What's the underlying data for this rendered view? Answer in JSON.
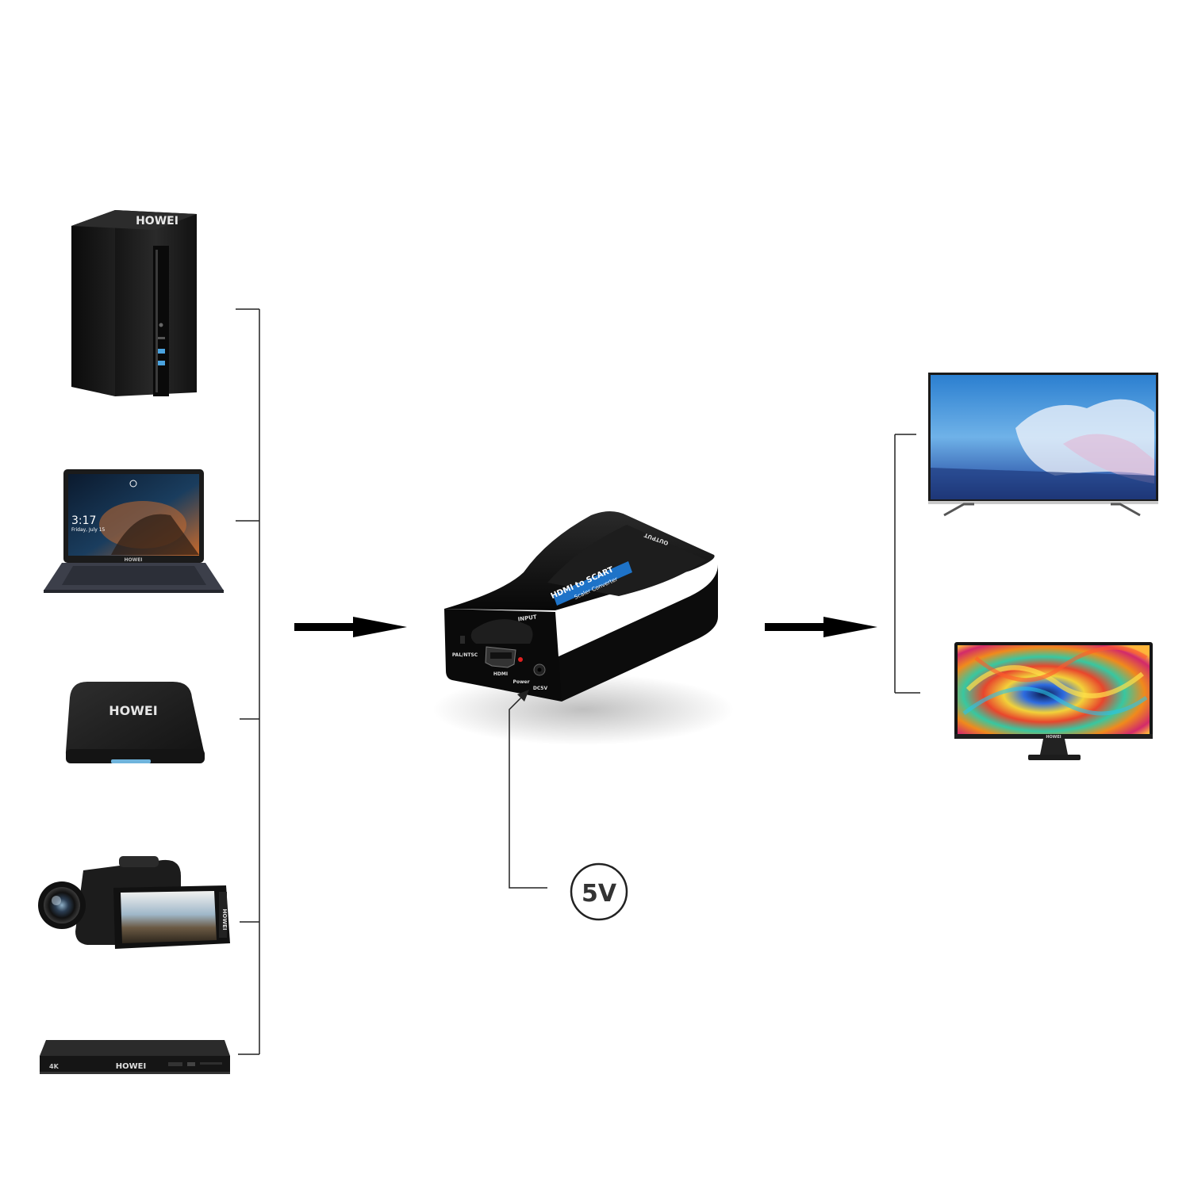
{
  "brand": "HOWEI",
  "converter": {
    "title": "HDMI to SCART",
    "subtitle": "Scaler Converter",
    "input_label": "INPUT",
    "output_label": "OUTPUT",
    "switch_label": "PAL/NTSC",
    "hdmi_label": "HDMI",
    "power_label": "Power",
    "dc_label": "DC5V"
  },
  "laptop": {
    "clock": "3:17",
    "date": "Friday, July 15"
  },
  "player_badge": "4K",
  "power_badge": "5V",
  "colors": {
    "device_black": "#1a1a1a",
    "accent_blue": "#1e73c8",
    "line": "#222222"
  }
}
